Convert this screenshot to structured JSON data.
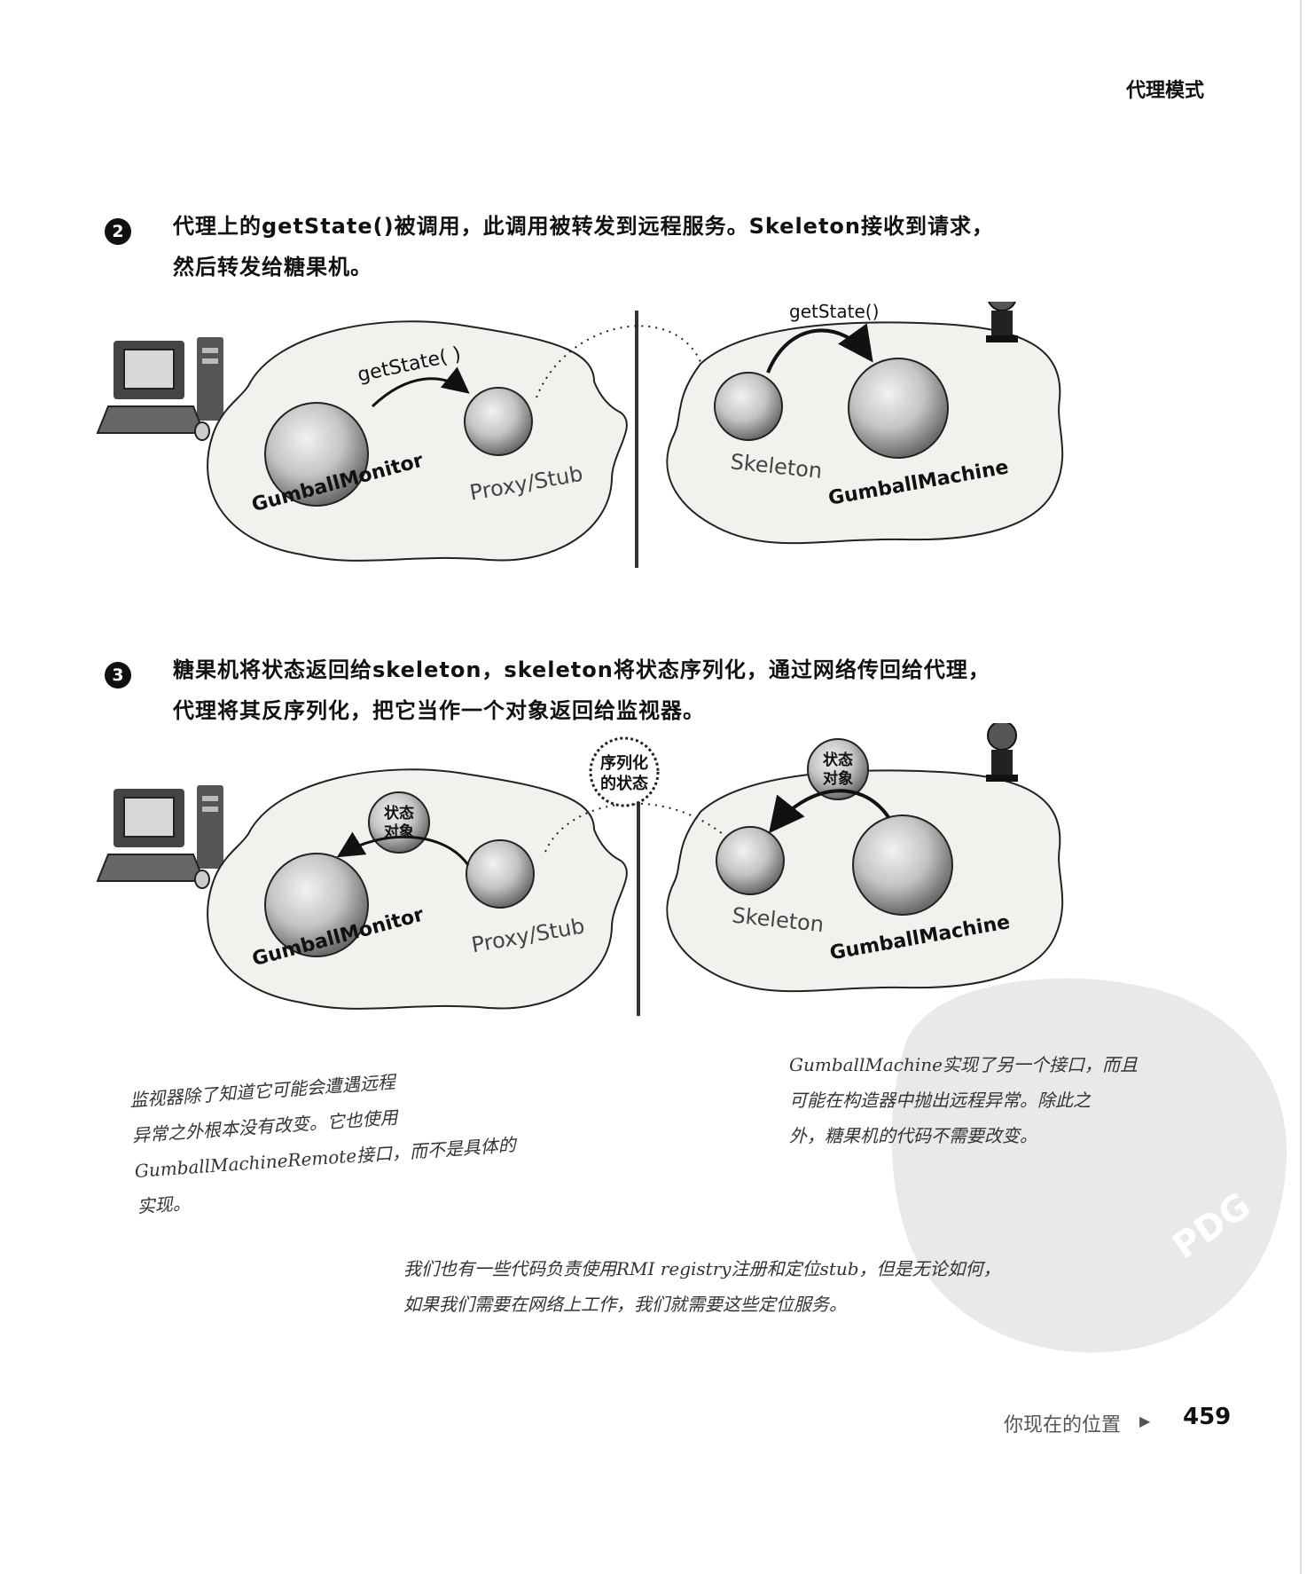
{
  "header": {
    "title": "代理模式"
  },
  "step2": {
    "number": "2",
    "line1": "代理上的getState()被调用，此调用被转发到远程服务。Skeleton接收到请求，",
    "line2": "然后转发给糖果机。"
  },
  "diagram1": {
    "method_call_left": "getState( )",
    "method_call_right": "getState()",
    "label_monitor": "GumballMonitor",
    "label_proxy": "Proxy/Stub",
    "label_skeleton": "Skeleton",
    "label_machine": "GumballMachine"
  },
  "step3": {
    "number": "3",
    "line1": "糖果机将状态返回给skeleton，skeleton将状态序列化，通过网络传回给代理，",
    "line2": "代理将其反序列化，把它当作一个对象返回给监视器。"
  },
  "diagram2": {
    "serialized_line1": "序列化",
    "serialized_line2": "的状态",
    "state_obj_line1": "状态",
    "state_obj_line2": "对象",
    "label_monitor": "GumballMonitor",
    "label_proxy": "Proxy/Stub",
    "label_skeleton": "Skeleton",
    "label_machine": "GumballMachine"
  },
  "notes": {
    "left": [
      "监视器除了知道它可能会遭遇远程",
      "异常之外根本没有改变。它也使用",
      "GumballMachineRemote接口，而不是具体的",
      "实现。"
    ],
    "right": [
      "GumballMachine实现了另一个接口，而且",
      "可能在构造器中抛出远程异常。除此之",
      "外，糖果机的代码不需要改变。"
    ],
    "bottom": [
      "我们也有一些代码负责使用RMI registry注册和定位stub，但是无论如何，",
      "如果我们需要在网络上工作，我们就需要这些定位服务。"
    ]
  },
  "watermark": {
    "text": "PDG"
  },
  "footer": {
    "label": "你现在的位置",
    "arrow_icon": "triangle-right-icon",
    "page": "459"
  }
}
